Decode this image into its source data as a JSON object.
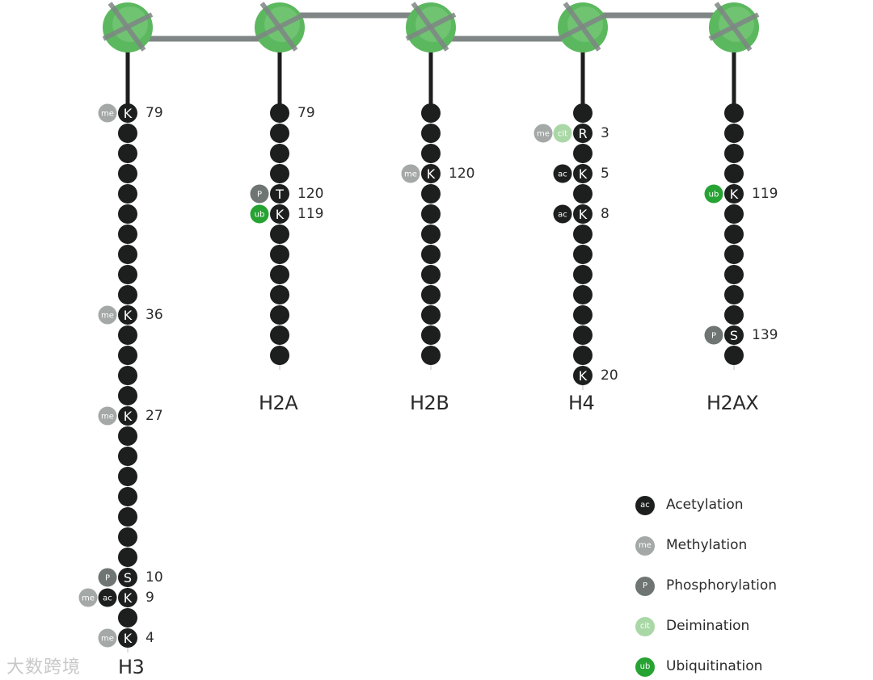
{
  "colors": {
    "residue": "#1d1f1e",
    "ac": "#1d1f1e",
    "me": "#a4a8a7",
    "P": "#6e7573",
    "cit": "#a9d8a6",
    "ub": "#27a334",
    "nucleosome": "#5cb85f",
    "linker": "#7f8685"
  },
  "histones": [
    {
      "label": "H3",
      "residues": 27,
      "sites": [
        {
          "index": 0,
          "residue": "K",
          "number": "79",
          "mods": [
            "me"
          ]
        },
        {
          "index": 10,
          "residue": "K",
          "number": "36",
          "mods": [
            "me"
          ]
        },
        {
          "index": 15,
          "residue": "K",
          "number": "27",
          "mods": [
            "me"
          ]
        },
        {
          "index": 23,
          "residue": "S",
          "number": "10",
          "mods": [
            "P"
          ]
        },
        {
          "index": 24,
          "residue": "K",
          "number": "9",
          "mods": [
            "me",
            "ac"
          ]
        },
        {
          "index": 26,
          "residue": "K",
          "number": "4",
          "mods": [
            "me"
          ]
        }
      ]
    },
    {
      "label": "H2A",
      "residues": 13,
      "sites": [
        {
          "index": 0,
          "residue": "",
          "number": "79",
          "mods": []
        },
        {
          "index": 4,
          "residue": "T",
          "number": "120",
          "mods": [
            "P"
          ]
        },
        {
          "index": 5,
          "residue": "K",
          "number": "119",
          "mods": [
            "ub"
          ]
        }
      ]
    },
    {
      "label": "H2B",
      "residues": 13,
      "sites": [
        {
          "index": 3,
          "residue": "K",
          "number": "120",
          "mods": [
            "me"
          ]
        }
      ]
    },
    {
      "label": "H4",
      "residues": 14,
      "sites": [
        {
          "index": 1,
          "residue": "R",
          "number": "3",
          "mods": [
            "me",
            "cit"
          ]
        },
        {
          "index": 3,
          "residue": "K",
          "number": "5",
          "mods": [
            "ac"
          ]
        },
        {
          "index": 5,
          "residue": "K",
          "number": "8",
          "mods": [
            "ac"
          ]
        },
        {
          "index": 13,
          "residue": "K",
          "number": "20",
          "mods": []
        }
      ]
    },
    {
      "label": "H2AX",
      "residues": 13,
      "sites": [
        {
          "index": 4,
          "residue": "K",
          "number": "119",
          "mods": [
            "ub"
          ]
        },
        {
          "index": 11,
          "residue": "S",
          "number": "139",
          "mods": [
            "P"
          ]
        }
      ]
    }
  ],
  "legend": [
    {
      "key": "ac",
      "abbr": "ac",
      "label": "Acetylation"
    },
    {
      "key": "me",
      "abbr": "me",
      "label": "Methylation"
    },
    {
      "key": "P",
      "abbr": "P",
      "label": "Phosphorylation"
    },
    {
      "key": "cit",
      "abbr": "cit",
      "label": "Deimination"
    },
    {
      "key": "ub",
      "abbr": "ub",
      "label": "Ubiquitination"
    }
  ],
  "watermark": "大数跨境"
}
